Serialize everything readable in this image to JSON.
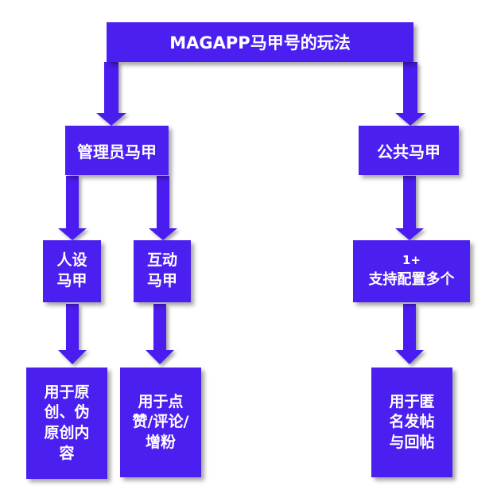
{
  "colors": {
    "box": "#4b1ff0",
    "arrow": "#4b1ff0",
    "text": "#ffffff"
  },
  "root": {
    "label": "MAGAPP马甲号的玩法"
  },
  "admin": {
    "label": "管理员马甲"
  },
  "public": {
    "label": "公共马甲"
  },
  "persona": {
    "line1": "人设",
    "line2": "马甲"
  },
  "interact": {
    "line1": "互动",
    "line2": "马甲"
  },
  "multi": {
    "line1": "1+",
    "line2": "支持配置多个"
  },
  "use_original": {
    "line1": "用于原",
    "line2": "创、伪",
    "line3": "原创内",
    "line4": "容"
  },
  "use_like": {
    "line1": "用于点",
    "line2": "赞/评论/",
    "line3": "增粉"
  },
  "use_anon": {
    "line1": "用于匿",
    "line2": "名发帖",
    "line3": "与回帖"
  }
}
